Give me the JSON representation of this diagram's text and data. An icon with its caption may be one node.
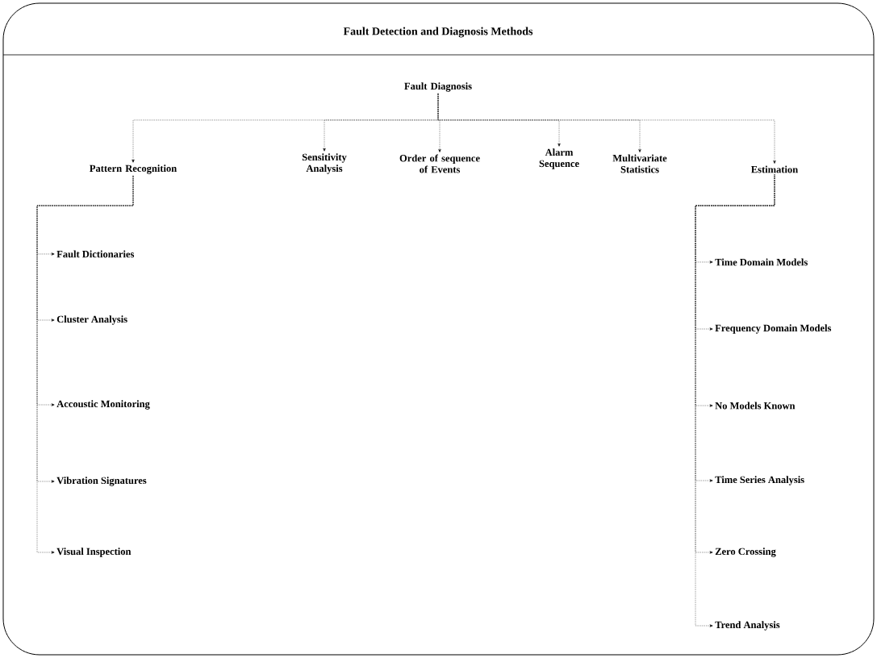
{
  "diagram": {
    "title": "Fault Detection and Diagnosis Methods",
    "nodes": [
      {
        "text": [
          "Fault Diagnosis"
        ]
      },
      {
        "text": [
          "Pattern Recognition"
        ]
      },
      {
        "text": [
          "Sensitivity Analysis"
        ]
      },
      {
        "text": [
          "Order of sequence of Events"
        ]
      },
      {
        "text": [
          "Alarm Sequence"
        ]
      },
      {
        "text": [
          "Multivariate Statistics"
        ]
      },
      {
        "text": [
          "Estimation"
        ]
      },
      {
        "text": [
          "Fault Dictionaries"
        ]
      },
      {
        "text": [
          "Cluster Analysis"
        ]
      },
      {
        "text": [
          "Accoustic Monitoring"
        ]
      },
      {
        "text": [
          "Vibration Signatures"
        ]
      },
      {
        "text": [
          "Visual Inspection"
        ]
      },
      {
        "text": [
          "Time Domain Models"
        ]
      },
      {
        "text": [
          "Frequency Domain Models"
        ]
      },
      {
        "text": [
          "No Models Known"
        ]
      },
      {
        "text": [
          "Time Series Analysis"
        ]
      },
      {
        "text": [
          "Zero Crossing"
        ]
      },
      {
        "text": [
          "Trend Analysis"
        ]
      }
    ],
    "edges": [
      {
        "from": 0,
        "to": 1,
        "arrow": "to"
      },
      {
        "from": 0,
        "to": 2,
        "arrow": "to"
      },
      {
        "from": 0,
        "to": 3,
        "arrow": "to"
      },
      {
        "from": 0,
        "to": 4,
        "arrow": "to"
      },
      {
        "from": 0,
        "to": 5,
        "arrow": "to"
      },
      {
        "from": 0,
        "to": 6,
        "arrow": "to"
      },
      {
        "from": 1,
        "to": 7,
        "arrow": "to"
      },
      {
        "from": 1,
        "to": 8,
        "arrow": "to"
      },
      {
        "from": 1,
        "to": 9,
        "arrow": "to"
      },
      {
        "from": 1,
        "to": 10,
        "arrow": "to"
      },
      {
        "from": 1,
        "to": 11,
        "arrow": "to"
      },
      {
        "from": 6,
        "to": 12,
        "arrow": "to"
      },
      {
        "from": 6,
        "to": 13,
        "arrow": "to"
      },
      {
        "from": 6,
        "to": 14,
        "arrow": "to"
      },
      {
        "from": 6,
        "to": 15,
        "arrow": "to"
      },
      {
        "from": 6,
        "to": 16,
        "arrow": "to"
      },
      {
        "from": 6,
        "to": 17,
        "arrow": "to"
      }
    ]
  }
}
